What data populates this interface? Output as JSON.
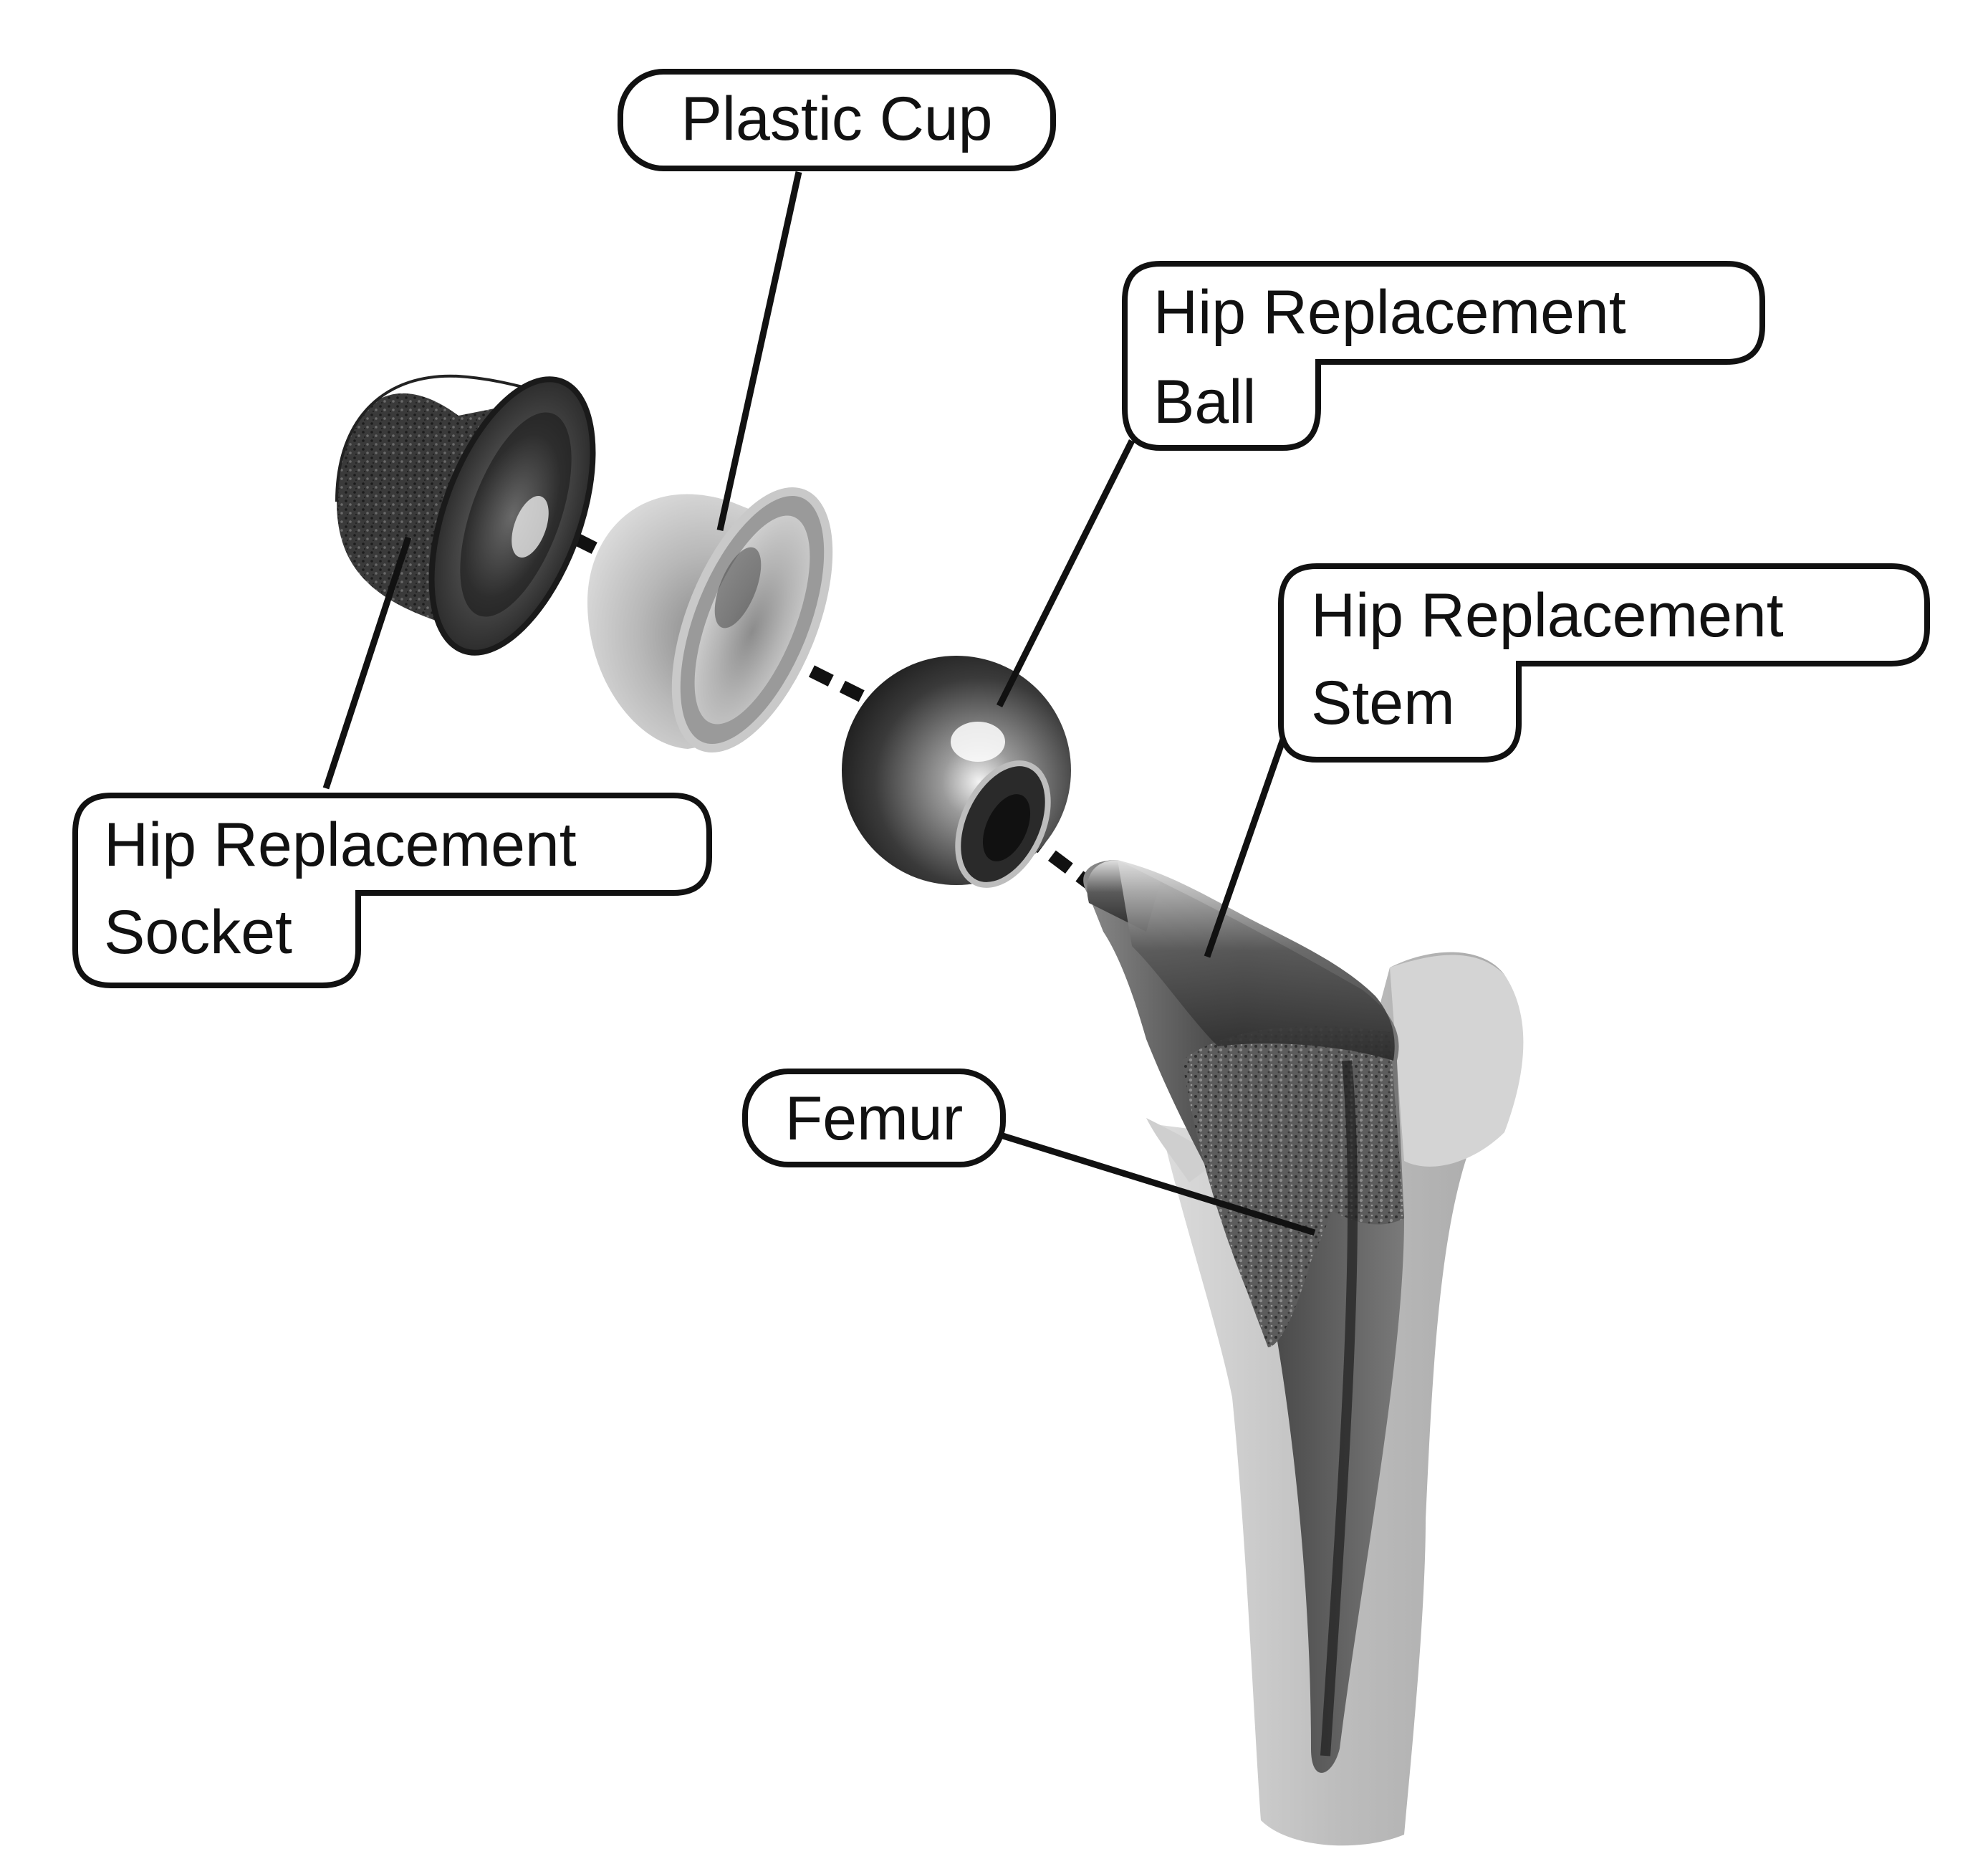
{
  "labels": {
    "plastic_cup": "Plastic Cup",
    "ball_line1": "Hip Replacement",
    "ball_line2": "Ball",
    "stem_line1": "Hip Replacement",
    "stem_line2": "Stem",
    "socket_line1": "Hip Replacement",
    "socket_line2": "Socket",
    "femur": "Femur"
  },
  "colors": {
    "outline": "#111111",
    "background": "#ffffff",
    "metal_dark": "#2a2a2a",
    "metal_light": "#d8d8d8",
    "bone": "#c8c8c8",
    "porous_coating": "#6e6e6e"
  }
}
